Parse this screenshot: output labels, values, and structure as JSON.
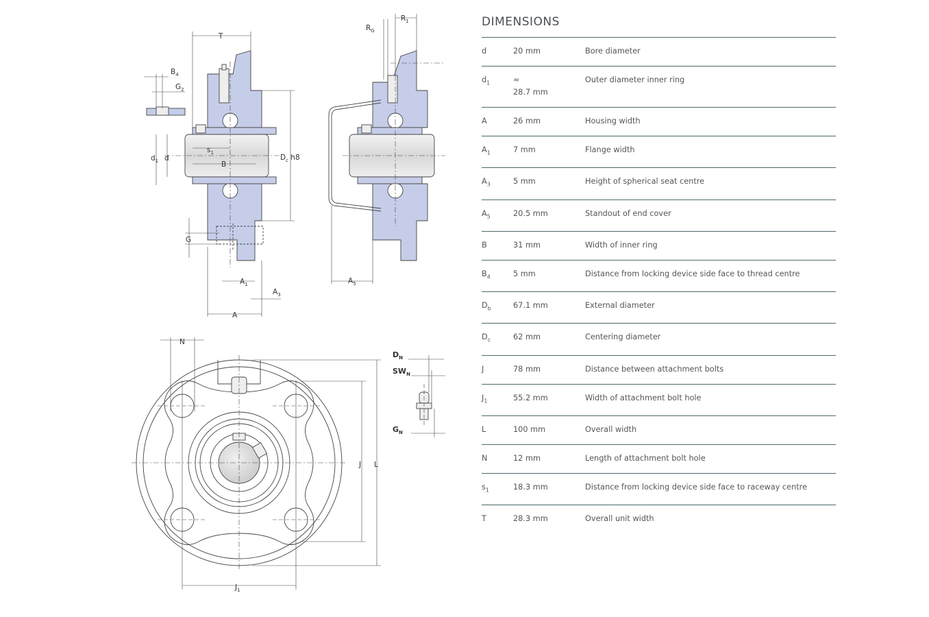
{
  "title": "DIMENSIONS",
  "dimensions": [
    {
      "sym": "d",
      "sub": "",
      "value": "20 mm",
      "desc": "Bore diameter"
    },
    {
      "sym": "d",
      "sub": "1",
      "value": "≈\n28.7 mm",
      "desc": "Outer diameter inner ring"
    },
    {
      "sym": "A",
      "sub": "",
      "value": "26 mm",
      "desc": "Housing width"
    },
    {
      "sym": "A",
      "sub": "1",
      "value": "7 mm",
      "desc": "Flange width"
    },
    {
      "sym": "A",
      "sub": "3",
      "value": "5 mm",
      "desc": "Height of spherical seat centre"
    },
    {
      "sym": "A",
      "sub": "5",
      "value": "20.5 mm",
      "desc": "Standout of end cover"
    },
    {
      "sym": "B",
      "sub": "",
      "value": "31 mm",
      "desc": "Width of inner ring"
    },
    {
      "sym": "B",
      "sub": "4",
      "value": "5 mm",
      "desc": "Distance from locking device side face to thread centre"
    },
    {
      "sym": "D",
      "sub": "b",
      "value": "67.1 mm",
      "desc": "External diameter"
    },
    {
      "sym": "D",
      "sub": "c",
      "value": "62 mm",
      "desc": "Centering diameter"
    },
    {
      "sym": "J",
      "sub": "",
      "value": "78 mm",
      "desc": "Distance between attachment bolts"
    },
    {
      "sym": "J",
      "sub": "1",
      "value": "55.2 mm",
      "desc": "Width of attachment bolt hole"
    },
    {
      "sym": "L",
      "sub": "",
      "value": "100 mm",
      "desc": "Overall width"
    },
    {
      "sym": "N",
      "sub": "",
      "value": "12 mm",
      "desc": "Length of attachment bolt hole"
    },
    {
      "sym": "s",
      "sub": "1",
      "value": "18.3 mm",
      "desc": "Distance from locking device side face to raceway centre"
    },
    {
      "sym": "T",
      "sub": "",
      "value": "28.3 mm",
      "desc": "Overall unit width"
    }
  ],
  "drawing_labels": {
    "T": "T",
    "B4": "B",
    "B4sub": "4",
    "G2": "G",
    "G2sub": "2",
    "d1": "d",
    "d1sub": "1",
    "d": "d",
    "s1": "s",
    "s1sub": "1",
    "B": "B",
    "Dc": "D",
    "Dcsub": "c",
    "h8": "h8",
    "G": "G",
    "A1": "A",
    "A1sub": "1",
    "A3": "A",
    "A3sub": "3",
    "A": "A",
    "RG": "R",
    "RGsub": "G",
    "R1": "R",
    "R1sub": "1",
    "A5": "A",
    "A5sub": "5",
    "N": "N",
    "J": "J",
    "L": "L",
    "J1": "J",
    "J1sub": "1",
    "DN": "D",
    "DNsub": "N",
    "SWN": "SW",
    "SWNsub": "N",
    "GN": "G",
    "GNsub": "N"
  },
  "colors": {
    "housing_fill": "#c5cde8",
    "line": "#444444",
    "rule": "#4a6a6a"
  }
}
